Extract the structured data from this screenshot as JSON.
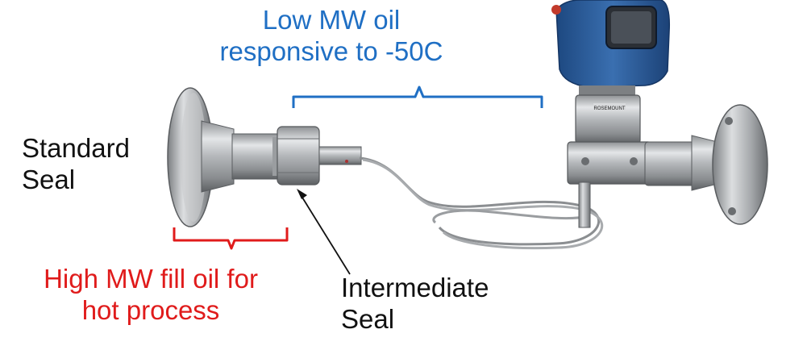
{
  "labels": {
    "low_mw_line1": "Low MW oil",
    "low_mw_line2": "responsive to -50C",
    "standard_seal_line1": "Standard",
    "standard_seal_line2": "Seal",
    "high_mw_line1": "High MW fill oil for",
    "high_mw_line2": "hot process",
    "intermediate_line1": "Intermediate",
    "intermediate_line2": "Seal",
    "nameplate": "ROSEMOUNT"
  },
  "colors": {
    "blue_label": "#1f6fc4",
    "red_label": "#e01b1b",
    "black_label": "#111111",
    "transmitter_blue": "#2d5f9e",
    "steel": "#b9bcbf"
  }
}
